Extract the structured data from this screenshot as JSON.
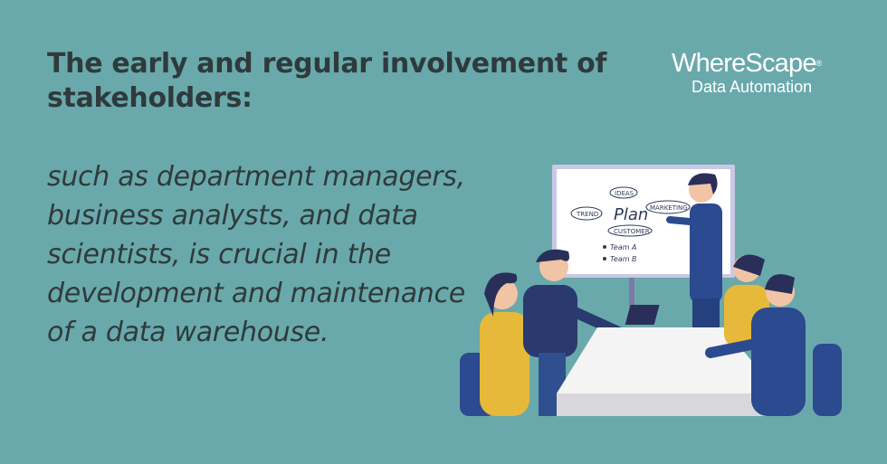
{
  "heading": "The early and regular involvement of stakeholders:",
  "body": "such as department managers, business analysts, and data scientists, is crucial in the development and maintenance of a data warehouse.",
  "logo": {
    "brand": "WhereScape",
    "registered": "®",
    "tagline": "Data Automation"
  },
  "whiteboard": {
    "center": "Plan",
    "bubbles": [
      "TREND",
      "IDEAS",
      "MARKETING",
      "CUSTOMER"
    ],
    "list": [
      "Team A",
      "Team B"
    ]
  },
  "colors": {
    "background": "#6aa9ab",
    "text": "#2f3a3c",
    "suit": "#2c4a8f",
    "yellow": "#e7b93a"
  }
}
